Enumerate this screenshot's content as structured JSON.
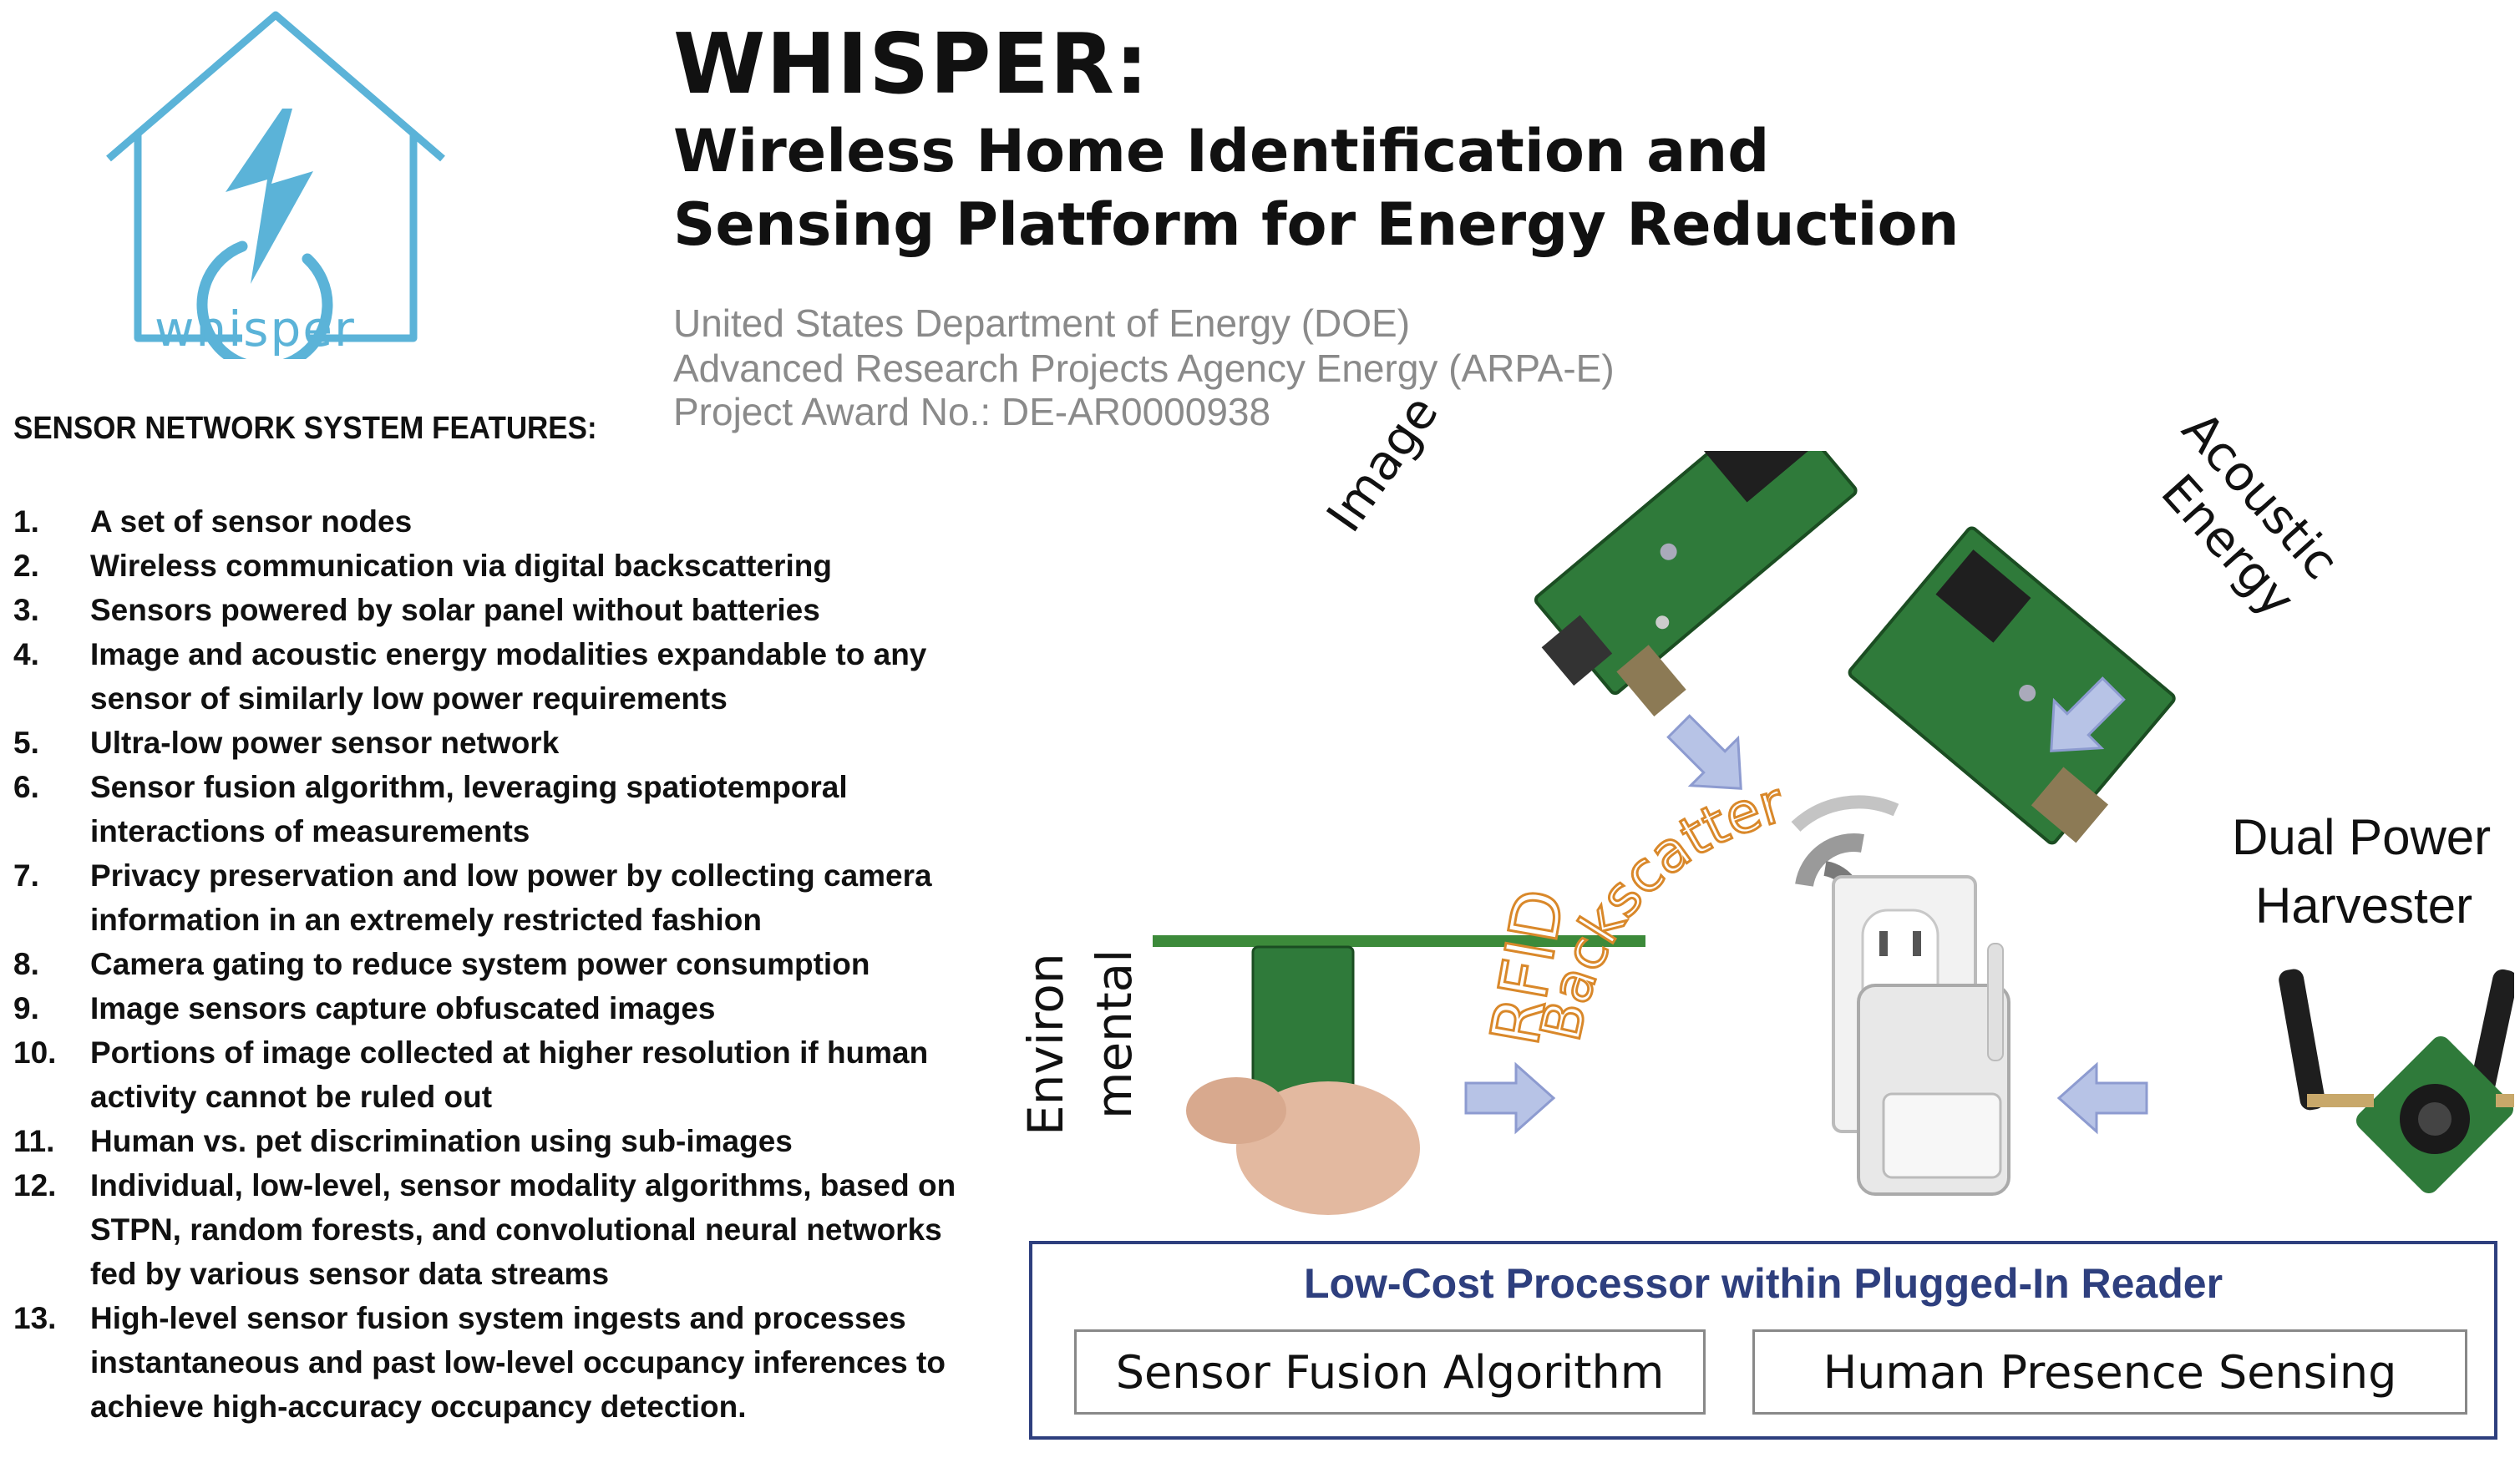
{
  "logo": {
    "wordmark": "whisper",
    "color": "#5bb3d8"
  },
  "title": {
    "main": "WHISPER:",
    "line1": "Wireless Home Identification and",
    "line2": "Sensing Platform for Energy Reduction"
  },
  "agency": {
    "line1": "United States Department of Energy (DOE)",
    "line2": "Advanced Research Projects Agency Energy (ARPA-E)",
    "line3": "Project Award No.: DE-AR0000938"
  },
  "features": {
    "heading": "SENSOR NETWORK SYSTEM FEATURES:",
    "items": [
      {
        "num": "1.",
        "text": "A set of sensor nodes"
      },
      {
        "num": "2.",
        "text": "Wireless communication via digital backscattering"
      },
      {
        "num": "3.",
        "text": "Sensors powered by solar panel without batteries"
      },
      {
        "num": "4.",
        "text": "Image and acoustic energy modalities expandable to any sensor of similarly low power requirements"
      },
      {
        "num": "5.",
        "text": "Ultra-low power sensor network"
      },
      {
        "num": "6.",
        "text": "Sensor fusion algorithm, leveraging spatiotemporal interactions of measurements"
      },
      {
        "num": "7.",
        "text": "Privacy preservation and low power by collecting camera information in an extremely restricted fashion"
      },
      {
        "num": "8.",
        "text": "Camera gating to reduce system power consumption"
      },
      {
        "num": "9.",
        "text": "Image sensors capture obfuscated images"
      },
      {
        "num": "10.",
        "text": "Portions of image collected at higher resolution if human activity cannot be ruled out"
      },
      {
        "num": "11.",
        "text": "Human vs. pet discrimination using sub-images"
      },
      {
        "num": "12.",
        "text": "Individual, low-level, sensor modality algorithms, based on STPN, random forests, and convolutional neural networks fed by various sensor data streams"
      },
      {
        "num": "13.",
        "text": "High-level sensor fusion system ingests and processes instantaneous and past low-level occupancy inferences to achieve high-accuracy occupancy detection."
      }
    ]
  },
  "diagram": {
    "label_image": "Image",
    "label_acoustic": "Acoustic",
    "label_energy": "Energy",
    "label_dual": "Dual Power",
    "label_harvester": "Harvester",
    "label_env1": "Environ",
    "label_env2": "mental",
    "label_rfid": "RFID",
    "label_backscatter": "Backscatter",
    "rfid_color": "#d9882a",
    "arrow_color": "#b7c3e6"
  },
  "processor": {
    "title": "Low-Cost Processor within Plugged-In Reader",
    "box1": "Sensor Fusion Algorithm",
    "box2": "Human Presence Sensing",
    "border_color": "#2e3f7e"
  }
}
